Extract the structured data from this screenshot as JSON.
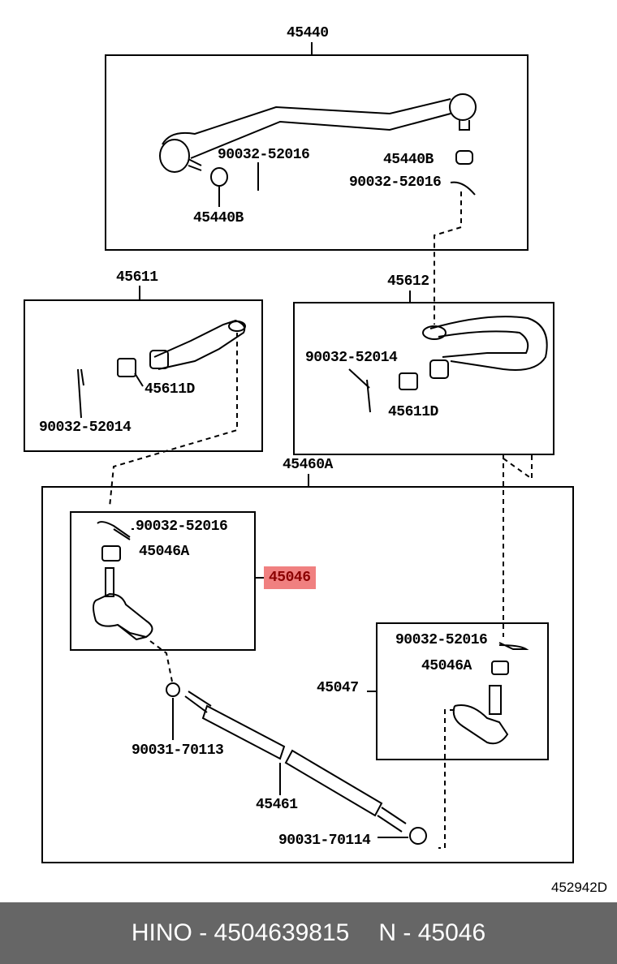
{
  "diagram": {
    "groups": [
      {
        "label": "45440",
        "parts": [
          "90032-52016",
          "45440B",
          "90032-52016",
          "45440B"
        ]
      },
      {
        "label": "45611",
        "parts": [
          "45611D",
          "90032-52014"
        ]
      },
      {
        "label": "45612",
        "parts": [
          "90032-52014",
          "45611D"
        ]
      },
      {
        "label": "45460A",
        "parts": [
          "90032-52016",
          "45046A",
          "45046",
          "90032-52016",
          "45046A",
          "45047",
          "90031-70113",
          "45461",
          "90031-70114"
        ]
      }
    ],
    "highlight_color": "#f08080",
    "drawing_code": "452942D"
  },
  "footer": {
    "brand_part": "HINO - 4504639815",
    "oem_part": "N - 45046"
  }
}
